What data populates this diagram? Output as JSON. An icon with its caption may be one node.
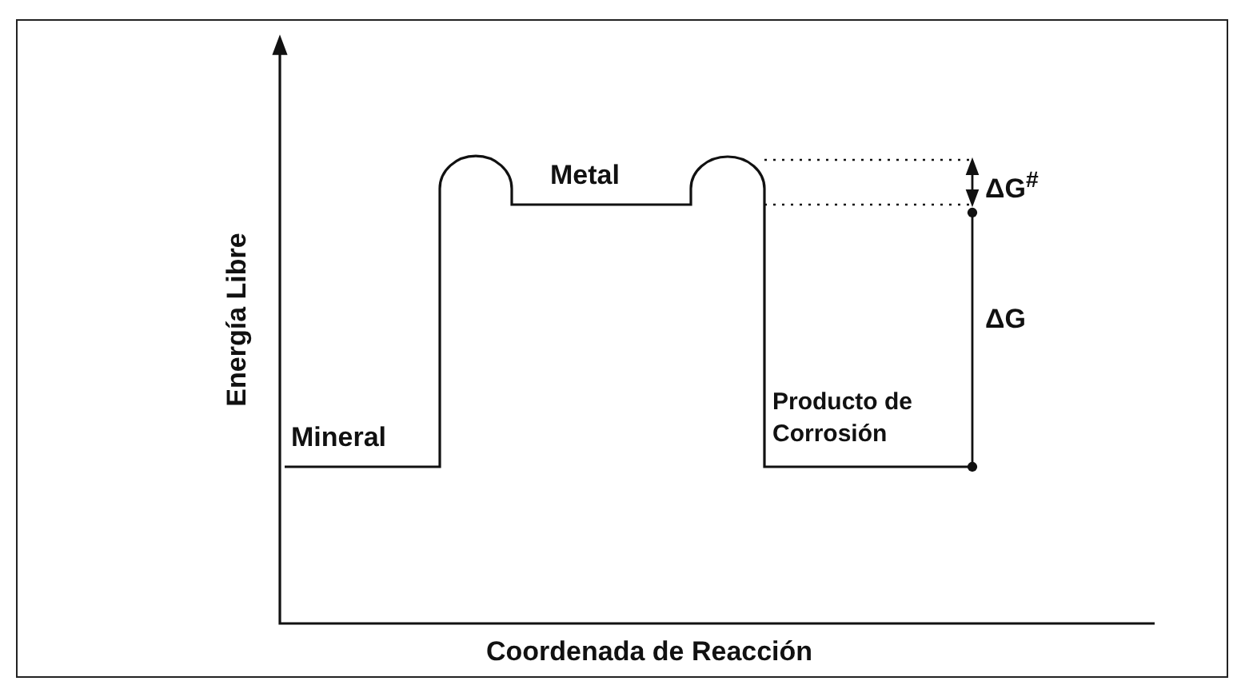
{
  "diagram": {
    "labels": [
      "Metal",
      "ΔG$^{#}$",
      "ΔG",
      "Energía Libre",
      "Mineral",
      "Producto de Corrosión",
      "Coordenada de Reacción"
    ]
  }
}
